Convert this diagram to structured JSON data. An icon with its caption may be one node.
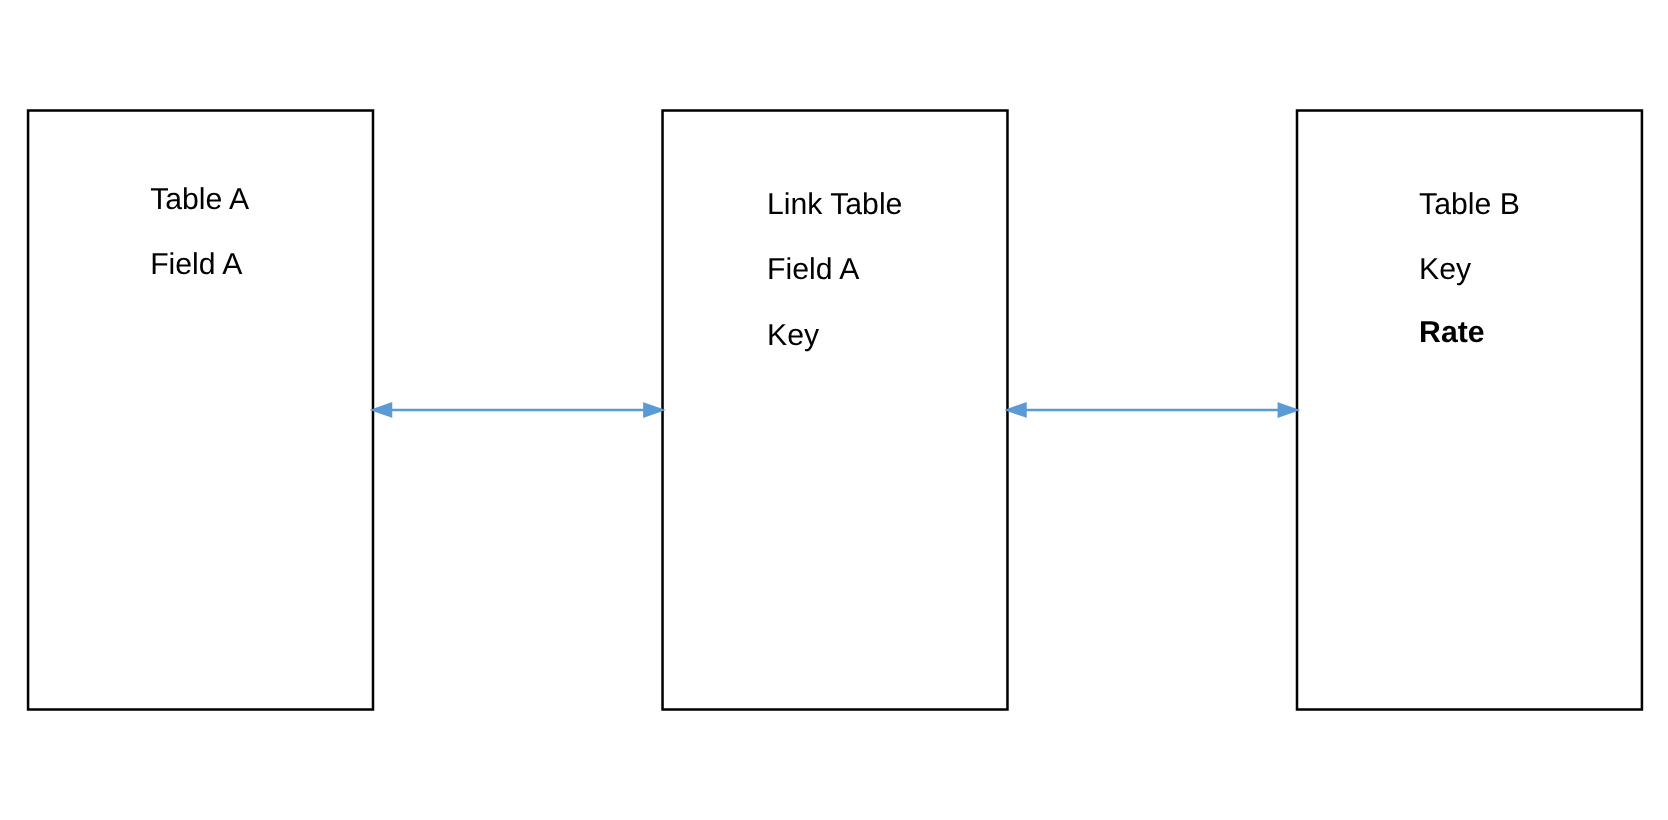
{
  "diagram": {
    "nodes": [
      {
        "text": [
          "Table A",
          "Field A"
        ]
      },
      {
        "text": [
          "Link Table",
          "Field A",
          "Key"
        ]
      },
      {
        "text": [
          "Table B",
          "Key",
          "Rate"
        ]
      }
    ],
    "edges": [
      {
        "from": 0,
        "to": 1,
        "arrow": "both"
      },
      {
        "from": 1,
        "to": 2,
        "arrow": "both"
      }
    ]
  }
}
